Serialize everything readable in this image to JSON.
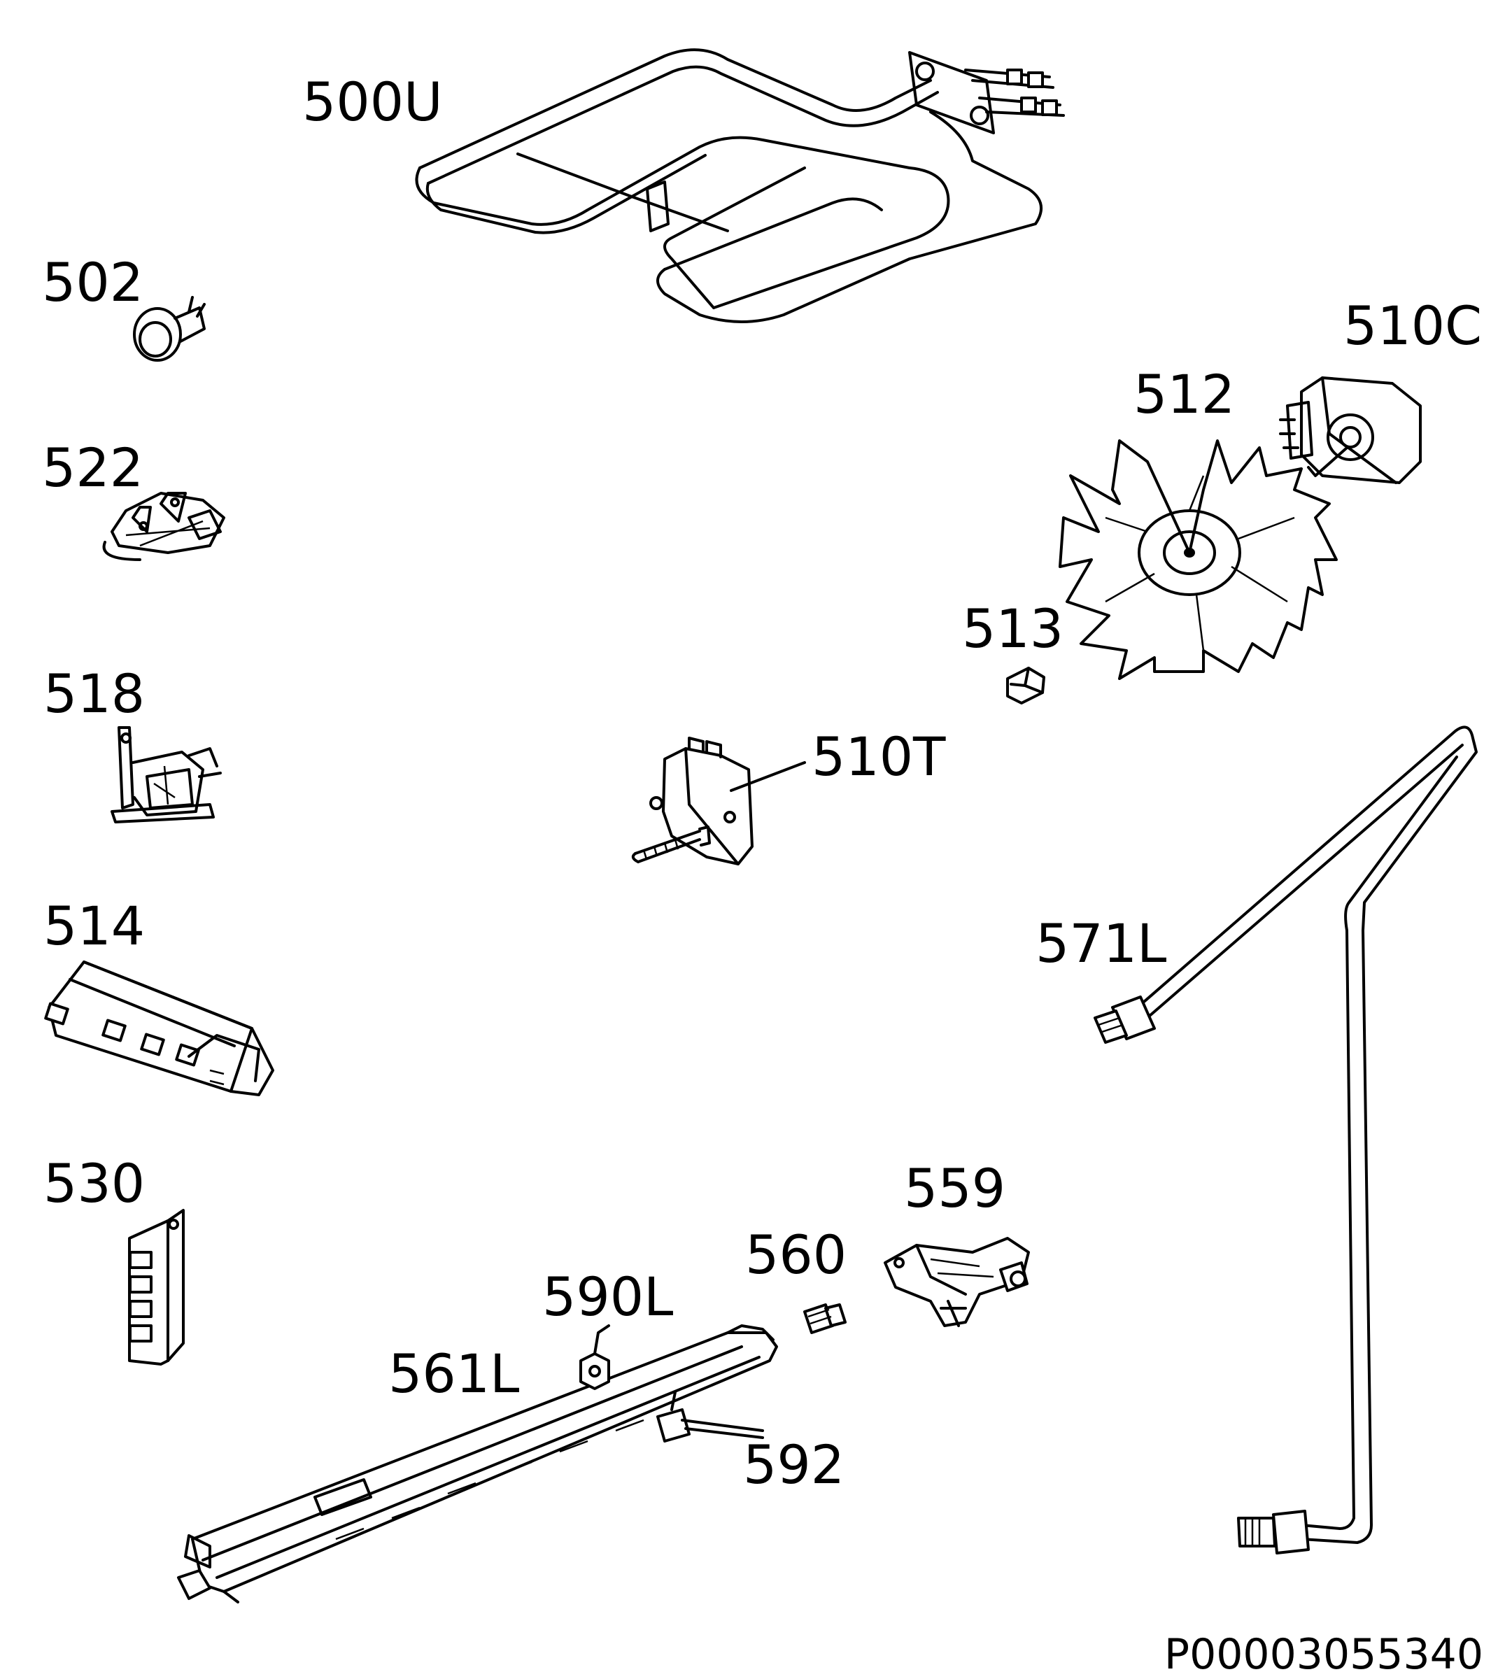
{
  "labels": {
    "p500U": "500U",
    "p502": "502",
    "p522": "522",
    "p518": "518",
    "p514": "514",
    "p530": "530",
    "p510C": "510C",
    "p512": "512",
    "p513": "513",
    "p510T": "510T",
    "p571L": "571L",
    "p559": "559",
    "p560": "560",
    "p590L": "590L",
    "p561L": "561L",
    "p592": "592"
  },
  "drawing_code": "P00003055340"
}
